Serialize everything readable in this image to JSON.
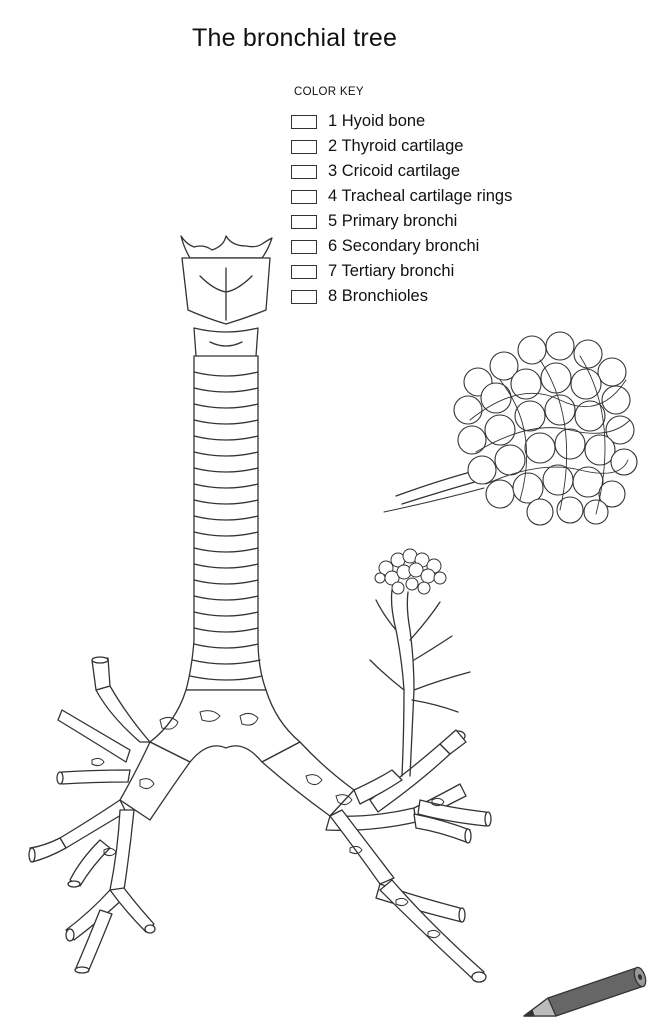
{
  "title": "The bronchial tree",
  "color_key": {
    "heading": "COLOR KEY",
    "items": [
      {
        "label": "1 Hyoid bone"
      },
      {
        "label": "2 Thyroid cartilage"
      },
      {
        "label": "3 Cricoid cartilage"
      },
      {
        "label": "4 Tracheal cartilage rings"
      },
      {
        "label": "5 Primary bronchi"
      },
      {
        "label": "6 Secondary bronchi"
      },
      {
        "label": "7 Tertiary bronchi"
      },
      {
        "label": "8 Bronchioles"
      }
    ]
  },
  "colors": {
    "line": "#333333",
    "fill": "#ffffff",
    "pencil_body": "#555555",
    "pencil_tip": "#888888"
  },
  "icons": [
    "alveoli-cluster-icon",
    "pencil-icon"
  ]
}
